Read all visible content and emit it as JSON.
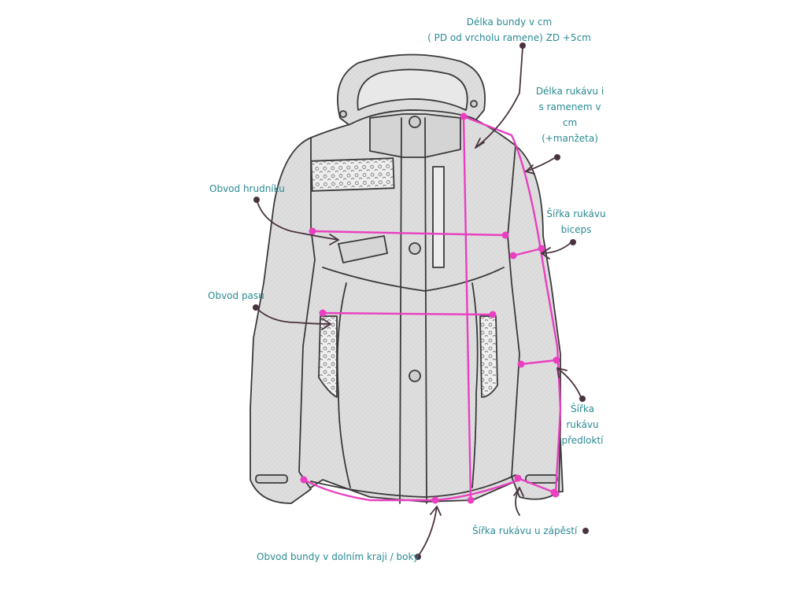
{
  "colors": {
    "label": "#2a8a92",
    "measure_line": "#e93fc0",
    "pointer": "#4a3340",
    "jacket_fill": "#dedede",
    "jacket_stroke": "#3a3a3a"
  },
  "labels": {
    "jacket_length_l1": "Délka bundy v cm",
    "jacket_length_l2": "( PD od vrcholu ramene) ZD +5cm",
    "sleeve_length_l1": "Délka rukávu i",
    "sleeve_length_l2": "s ramenem v",
    "sleeve_length_l3": "cm",
    "sleeve_length_l4": "(+manžeta)",
    "chest": "Obvod hrudníku",
    "biceps_l1": "Šířka rukávu",
    "biceps_l2": "biceps",
    "waist": "Obvod pasu",
    "forearm_l1": "Šířka",
    "forearm_l2": "rukávu",
    "forearm_l3": "předloktí",
    "wrist": "Šířka rukávu u zápěstí",
    "hem": "Obvod bundy v dolním kraji / boky"
  },
  "icons": {
    "jacket": "jacket-illustration",
    "pointer": "curved-arrow-icon",
    "endpoint": "measure-dot-icon"
  }
}
